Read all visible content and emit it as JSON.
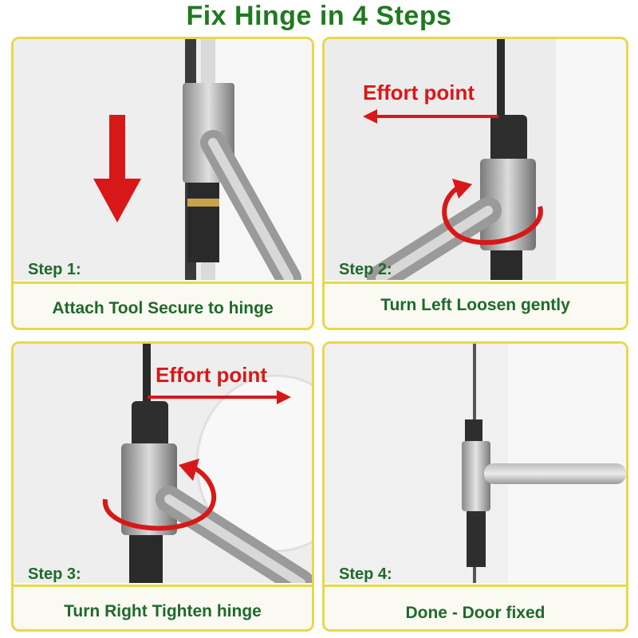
{
  "title": "Fix Hinge in 4 Steps",
  "colors": {
    "title_green": "#1f7a1f",
    "text_green": "#1f6a2a",
    "border_yellow": "#e8d84a",
    "arrow_red": "#d81818"
  },
  "steps": [
    {
      "label": "Step 1:",
      "caption": "Attach Tool Secure to hinge",
      "effort_label": "",
      "icon": "down-arrow-icon"
    },
    {
      "label": "Step 2:",
      "caption": "Turn Left Loosen gently",
      "effort_label": "Effort point",
      "icon": "rotate-counterclockwise-icon"
    },
    {
      "label": "Step 3:",
      "caption": "Turn Right Tighten hinge",
      "effort_label": "Effort point",
      "icon": "rotate-clockwise-icon"
    },
    {
      "label": "Step 4:",
      "caption": "Done - Door fixed",
      "effort_label": "",
      "icon": ""
    }
  ]
}
